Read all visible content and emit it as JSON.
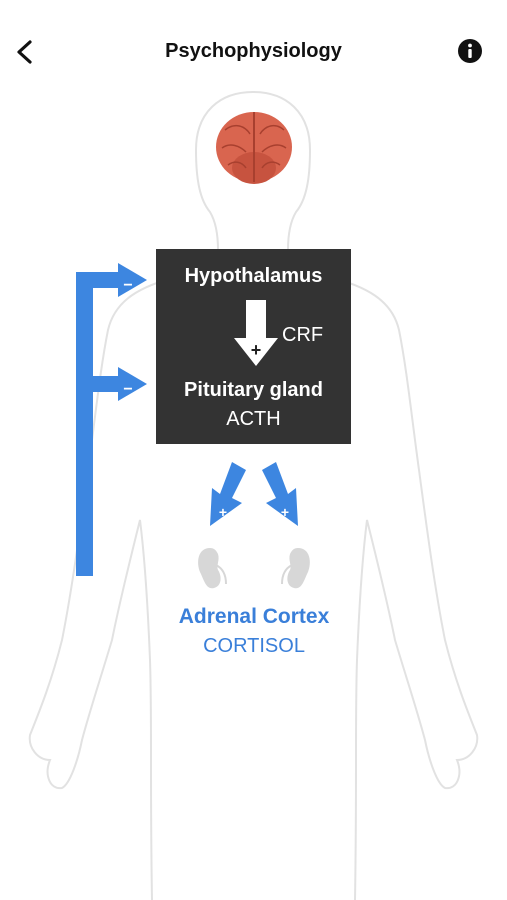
{
  "header": {
    "title": "Psychophysiology",
    "back_icon": "chevron-left-icon",
    "info_icon": "info-circle-icon"
  },
  "diagram": {
    "hypothalamus": "Hypothalamus",
    "crf": "CRF",
    "pituitary": "Pituitary gland",
    "acth": "ACTH",
    "adrenal": "Adrenal Cortex",
    "cortisol": "CORTISOL",
    "feedback_sign": "−",
    "stimulate_sign": "+",
    "colors": {
      "accent_blue": "#3d86e0",
      "box_dark": "#333333",
      "brain_red": "#d9654f",
      "kidney_gray": "#d7d7d7",
      "outline_gray": "#e2e2e2"
    }
  }
}
